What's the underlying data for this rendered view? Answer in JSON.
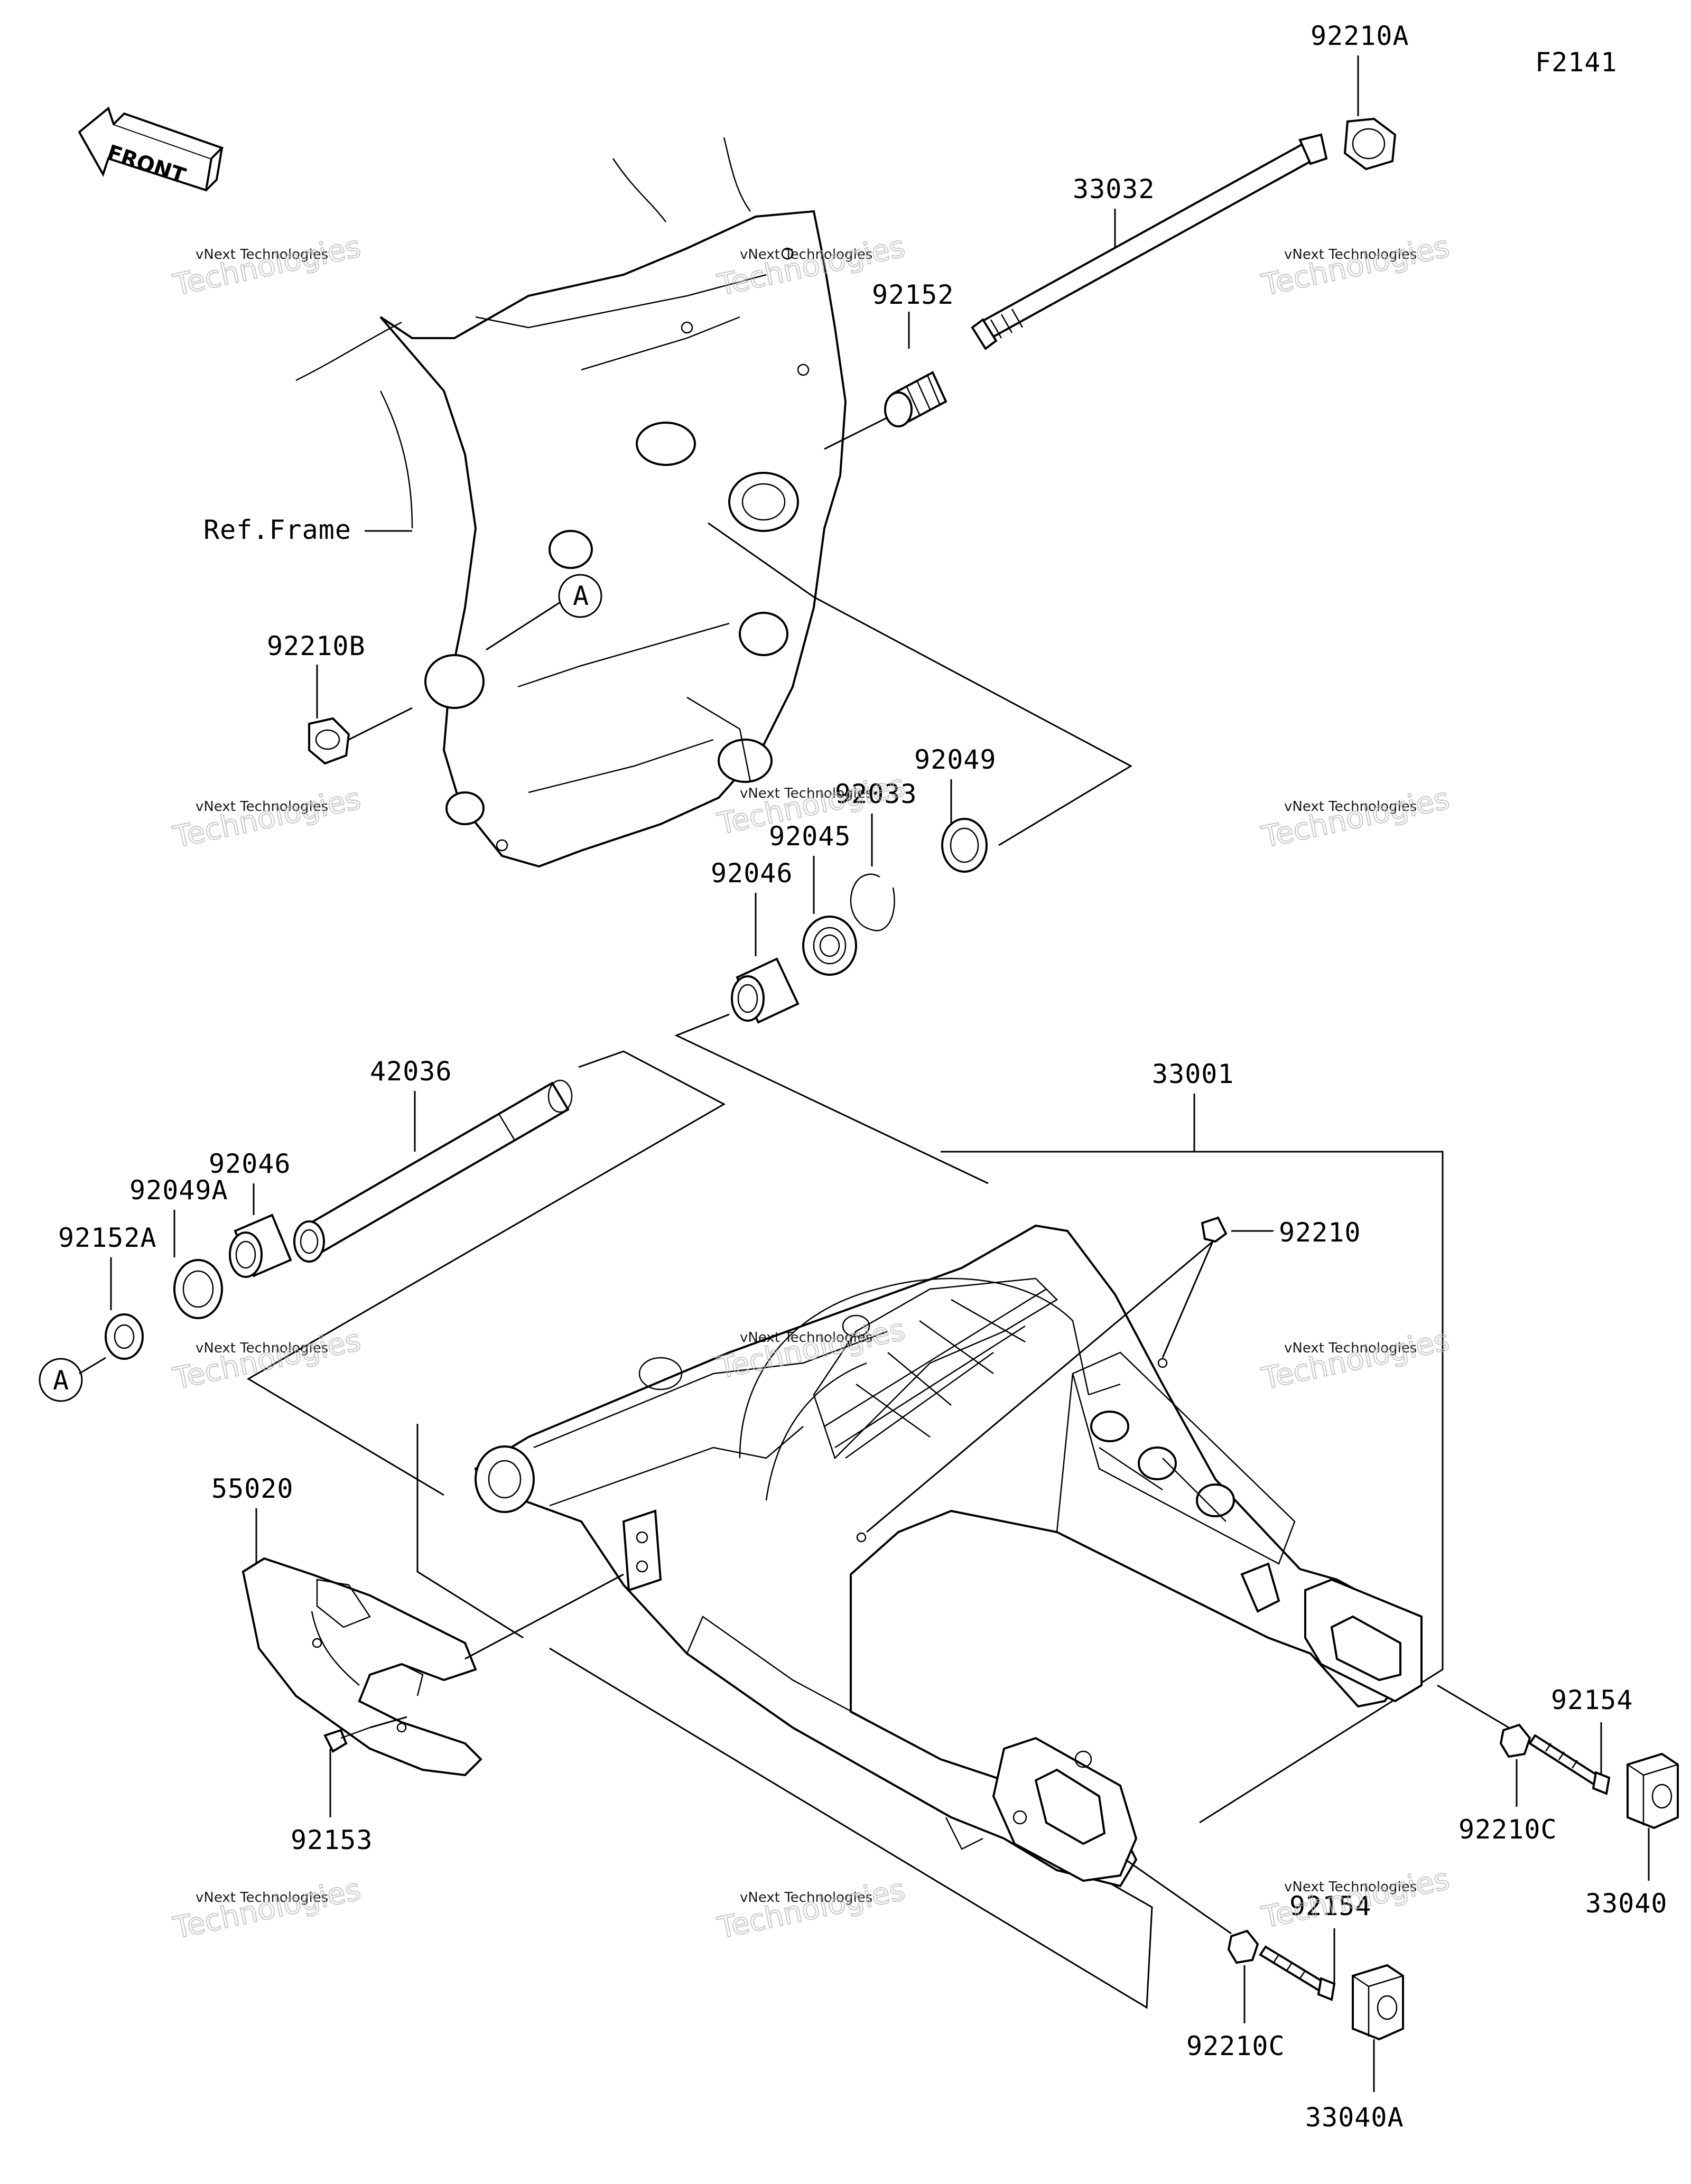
{
  "figure_code": "F2141",
  "front_label": "FRONT",
  "ref_frame_label": "Ref.Frame",
  "circle_marker": "A",
  "watermark": {
    "line1": "vNext Technologies",
    "line2": "Technologies"
  },
  "parts": [
    {
      "id": "p92210A",
      "label": "92210A"
    },
    {
      "id": "p33032",
      "label": "33032"
    },
    {
      "id": "p92152",
      "label": "92152"
    },
    {
      "id": "p92210B",
      "label": "92210B"
    },
    {
      "id": "p92049",
      "label": "92049"
    },
    {
      "id": "p92033",
      "label": "92033"
    },
    {
      "id": "p92045",
      "label": "92045"
    },
    {
      "id": "p92046top",
      "label": "92046"
    },
    {
      "id": "p42036",
      "label": "42036"
    },
    {
      "id": "p33001",
      "label": "33001"
    },
    {
      "id": "p92046",
      "label": "92046"
    },
    {
      "id": "p92049A",
      "label": "92049A"
    },
    {
      "id": "p92152A",
      "label": "92152A"
    },
    {
      "id": "p92210",
      "label": "92210"
    },
    {
      "id": "p55020",
      "label": "55020"
    },
    {
      "id": "p92153",
      "label": "92153"
    },
    {
      "id": "p92154a",
      "label": "92154"
    },
    {
      "id": "p92210Ca",
      "label": "92210C"
    },
    {
      "id": "p33040",
      "label": "33040"
    },
    {
      "id": "p92154b",
      "label": "92154"
    },
    {
      "id": "p92210Cb",
      "label": "92210C"
    },
    {
      "id": "p33040A",
      "label": "33040A"
    }
  ]
}
